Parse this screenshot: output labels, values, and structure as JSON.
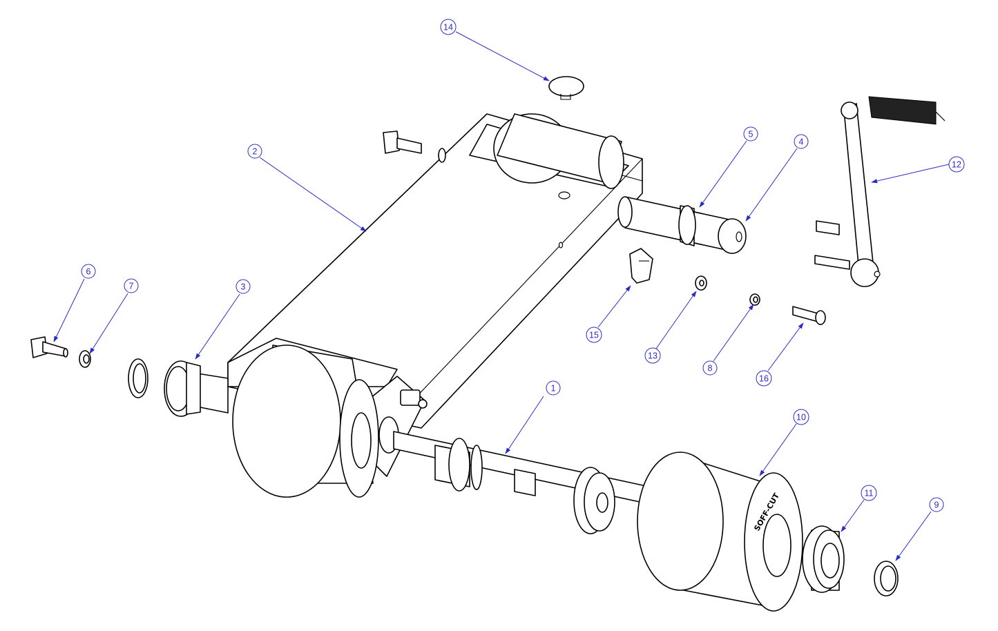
{
  "callouts": [
    {
      "id": "1",
      "label": "1"
    },
    {
      "id": "2",
      "label": "2"
    },
    {
      "id": "3",
      "label": "3"
    },
    {
      "id": "4",
      "label": "4"
    },
    {
      "id": "5",
      "label": "5"
    },
    {
      "id": "6",
      "label": "6"
    },
    {
      "id": "7",
      "label": "7"
    },
    {
      "id": "8",
      "label": "8"
    },
    {
      "id": "9",
      "label": "9"
    },
    {
      "id": "10",
      "label": "10"
    },
    {
      "id": "11",
      "label": "11"
    },
    {
      "id": "12",
      "label": "12"
    },
    {
      "id": "13",
      "label": "13"
    },
    {
      "id": "14",
      "label": "14"
    },
    {
      "id": "15",
      "label": "15"
    },
    {
      "id": "16",
      "label": "16"
    }
  ],
  "wheel_marking": "SOFF-CUT",
  "colors": {
    "leader": "#2b2bc8",
    "outline": "#000000",
    "background": "#ffffff"
  }
}
